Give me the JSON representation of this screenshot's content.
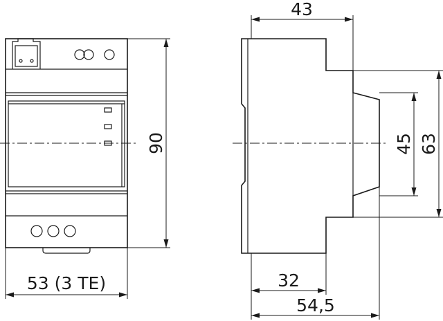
{
  "dimensions": {
    "front_height": "90",
    "front_width": "53 (3 TE)",
    "side_depth_top": "43",
    "side_inner_height": "45",
    "side_outer_height": "63",
    "side_depth_bottom_inner": "32",
    "side_depth_total": "54,5"
  }
}
